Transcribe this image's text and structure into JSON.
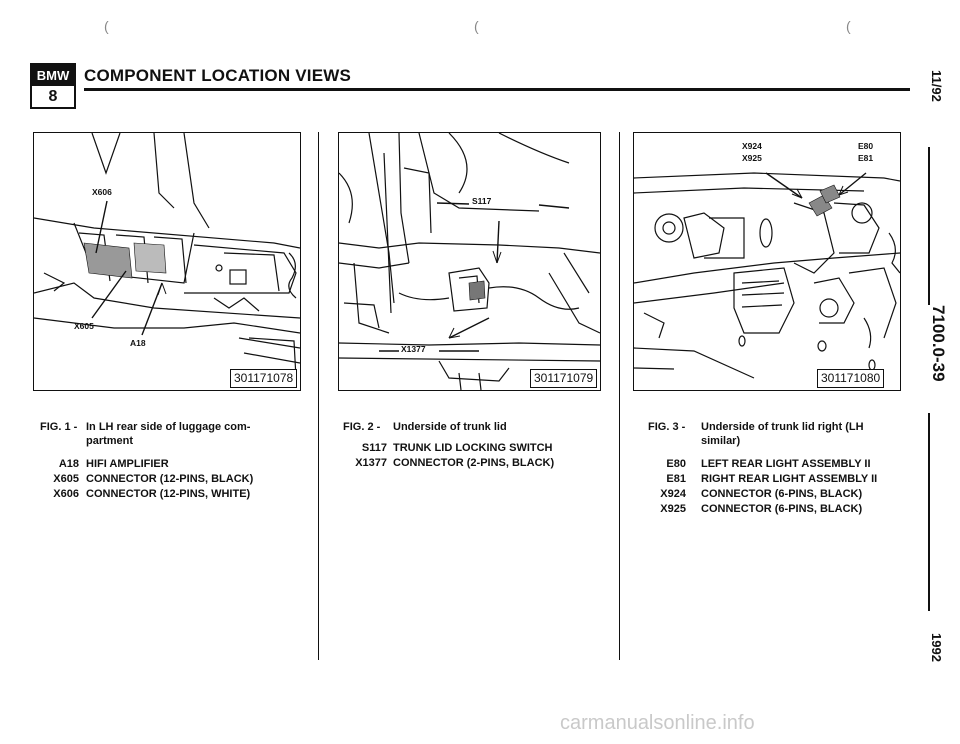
{
  "header": {
    "logo_top": "BMW",
    "logo_bottom": "8",
    "title": "COMPONENT LOCATION VIEWS"
  },
  "side": {
    "date": "11/92",
    "section": "7100.0-39",
    "year": "1992"
  },
  "figures": [
    {
      "id": "301171078",
      "callouts": [
        "X606",
        "X605",
        "A18"
      ],
      "caption_label": "FIG. 1 -",
      "caption_line1": "In LH rear side of luggage com-",
      "caption_line2": "partment",
      "legend": [
        {
          "code": "A18",
          "desc": "HIFI AMPLIFIER"
        },
        {
          "code": "X605",
          "desc": "CONNECTOR (12-PINS, BLACK)"
        },
        {
          "code": "X606",
          "desc": "CONNECTOR (12-PINS, WHITE)"
        }
      ]
    },
    {
      "id": "301171079",
      "callouts": [
        "S117",
        "X1377"
      ],
      "caption_label": "FIG. 2 -",
      "caption_line1": "Underside of trunk lid",
      "legend": [
        {
          "code": "S117",
          "desc": "TRUNK LID LOCKING SWITCH"
        },
        {
          "code": "X1377",
          "desc": "CONNECTOR (2-PINS, BLACK)"
        }
      ]
    },
    {
      "id": "301171080",
      "callouts": [
        "X924",
        "X925",
        "E80",
        "E81"
      ],
      "caption_label": "FIG. 3 -",
      "caption_line1": "Underside of trunk lid right (LH",
      "caption_line2": "similar)",
      "legend": [
        {
          "code": "E80",
          "desc": "LEFT REAR LIGHT ASSEMBLY II"
        },
        {
          "code": "E81",
          "desc": "RIGHT REAR LIGHT ASSEMBLY II"
        },
        {
          "code": "X924",
          "desc": "CONNECTOR (6-PINS, BLACK)"
        },
        {
          "code": "X925",
          "desc": "CONNECTOR (6-PINS, BLACK)"
        }
      ]
    }
  ],
  "watermark": "carmanualsonline.info"
}
